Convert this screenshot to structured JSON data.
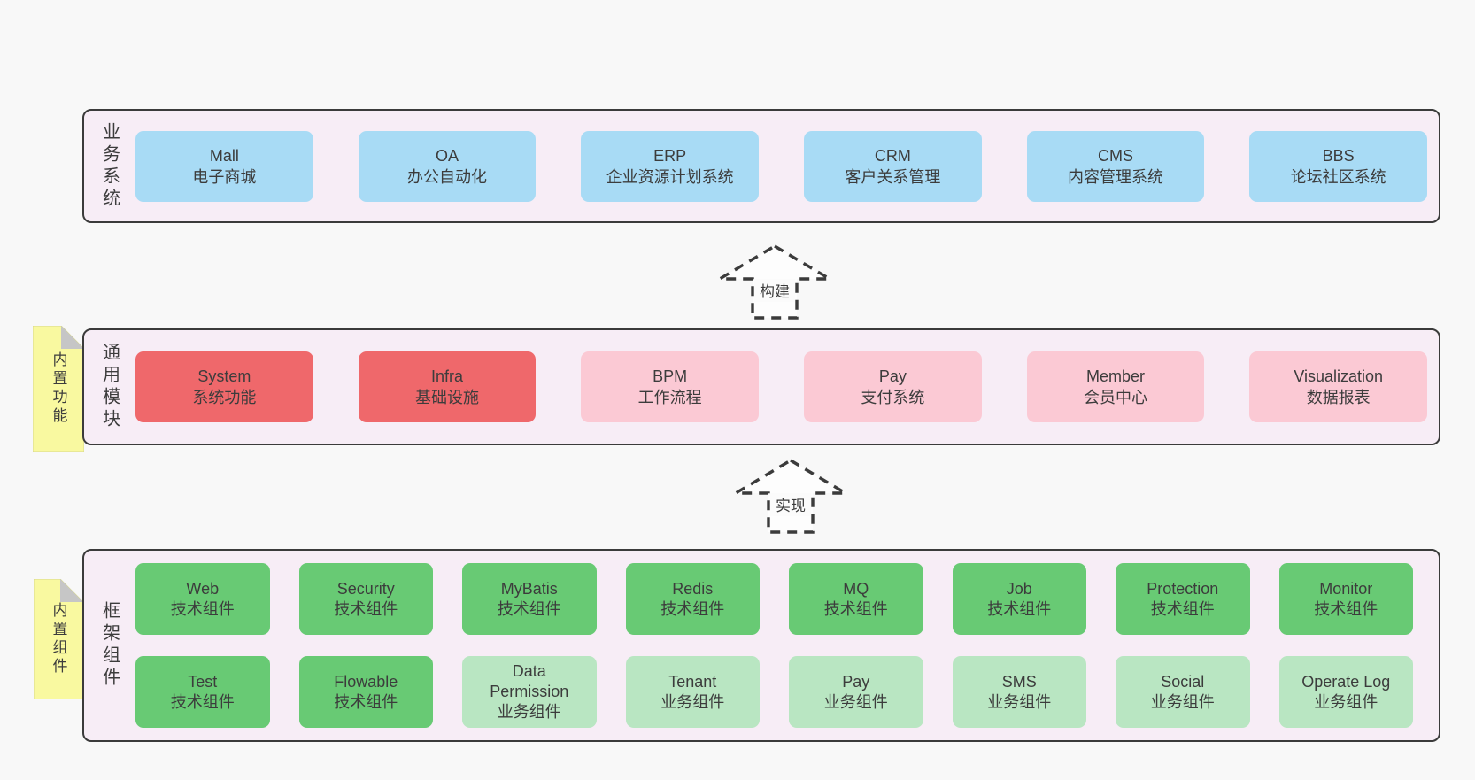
{
  "colors": {
    "background": "#f8f8f8",
    "panel_fill": "#f7edf6",
    "panel_border": "#3b3b3b",
    "blue_box": "#a8dbf5",
    "red_box": "#ef686b",
    "pink_box": "#fbc9d4",
    "green_box": "#68ca74",
    "light_green_box": "#b9e6c2",
    "note_yellow": "#f9f9a0",
    "note_fold_gray": "#c6c6c6",
    "text": "#3c3c3c"
  },
  "business": {
    "label": "业务系统",
    "boxes": [
      {
        "name": "Mall",
        "desc": "电子商城",
        "type": "blue"
      },
      {
        "name": "OA",
        "desc": "办公自动化",
        "type": "blue"
      },
      {
        "name": "ERP",
        "desc": "企业资源计划系统",
        "type": "blue"
      },
      {
        "name": "CRM",
        "desc": "客户关系管理",
        "type": "blue"
      },
      {
        "name": "CMS",
        "desc": "内容管理系统",
        "type": "blue"
      },
      {
        "name": "BBS",
        "desc": "论坛社区系统",
        "type": "blue"
      }
    ]
  },
  "modules": {
    "label": "通用模块",
    "note": "内置功能",
    "boxes": [
      {
        "name": "System",
        "desc": "系统功能",
        "type": "red"
      },
      {
        "name": "Infra",
        "desc": "基础设施",
        "type": "red"
      },
      {
        "name": "BPM",
        "desc": "工作流程",
        "type": "pink"
      },
      {
        "name": "Pay",
        "desc": "支付系统",
        "type": "pink"
      },
      {
        "name": "Member",
        "desc": "会员中心",
        "type": "pink"
      },
      {
        "name": "Visualization",
        "desc": "数据报表",
        "type": "pink"
      }
    ]
  },
  "components": {
    "label": "框架组件",
    "note": "内置组件",
    "rows": [
      [
        {
          "name": "Web",
          "desc": "技术组件",
          "type": "green"
        },
        {
          "name": "Security",
          "desc": "技术组件",
          "type": "green"
        },
        {
          "name": "MyBatis",
          "desc": "技术组件",
          "type": "green"
        },
        {
          "name": "Redis",
          "desc": "技术组件",
          "type": "green"
        },
        {
          "name": "MQ",
          "desc": "技术组件",
          "type": "green"
        },
        {
          "name": "Job",
          "desc": "技术组件",
          "type": "green"
        },
        {
          "name": "Protection",
          "desc": "技术组件",
          "type": "green"
        },
        {
          "name": "Monitor",
          "desc": "技术组件",
          "type": "green"
        }
      ],
      [
        {
          "name": "Test",
          "desc": "技术组件",
          "type": "green"
        },
        {
          "name": "Flowable",
          "desc": "技术组件",
          "type": "green"
        },
        {
          "name": "Data Permission",
          "desc": "业务组件",
          "type": "light-green"
        },
        {
          "name": "Tenant",
          "desc": "业务组件",
          "type": "light-green"
        },
        {
          "name": "Pay",
          "desc": "业务组件",
          "type": "light-green"
        },
        {
          "name": "SMS",
          "desc": "业务组件",
          "type": "light-green"
        },
        {
          "name": "Social",
          "desc": "业务组件",
          "type": "light-green"
        },
        {
          "name": "Operate Log",
          "desc": "业务组件",
          "type": "light-green"
        }
      ]
    ]
  },
  "arrows": [
    {
      "label": "构建"
    },
    {
      "label": "实现"
    }
  ]
}
